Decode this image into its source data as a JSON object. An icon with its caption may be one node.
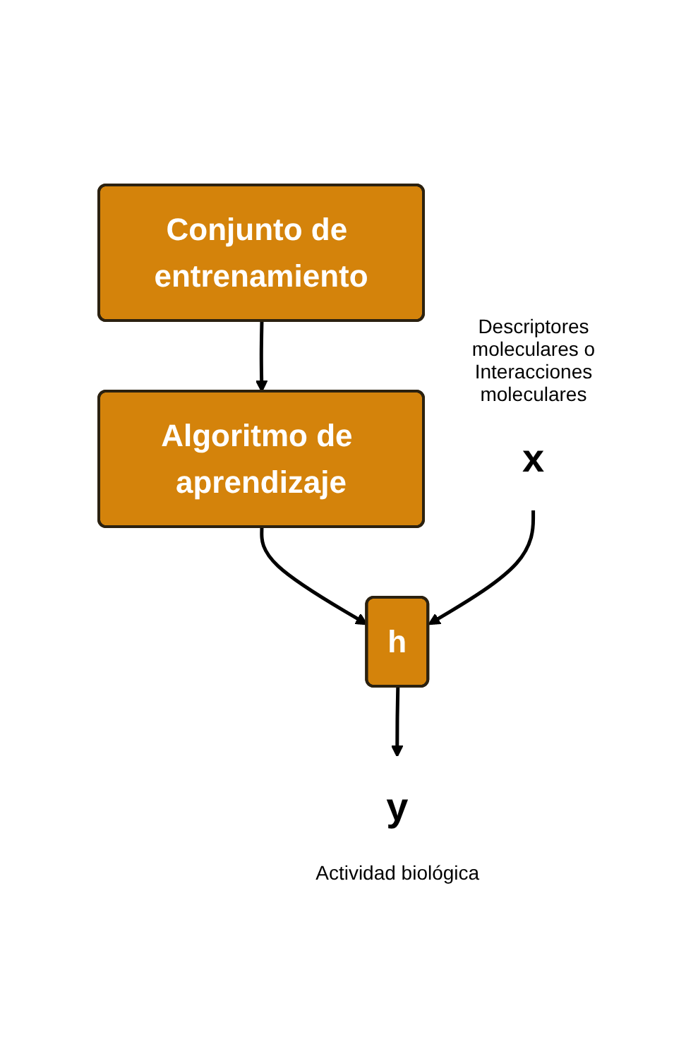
{
  "diagram": {
    "nodes": [
      {
        "text": [
          "Conjunto de entrenamiento"
        ]
      },
      {
        "text": [
          "Algoritmo de aprendizaje"
        ]
      },
      {
        "text": [
          "h"
        ]
      },
      {
        "text": [
          "x"
        ],
        "beside": [
          "Descriptores moleculares o Interacciones moleculares"
        ]
      },
      {
        "text": [
          "y"
        ],
        "beside": [
          "Actividad biológica"
        ]
      }
    ],
    "edges": [
      {
        "from": 0,
        "to": 1,
        "arrow": "to"
      },
      {
        "from": 1,
        "to": 2,
        "arrow": "to"
      },
      {
        "from": 3,
        "to": 2,
        "arrow": "to"
      },
      {
        "from": 2,
        "to": 4,
        "arrow": "to"
      }
    ]
  }
}
